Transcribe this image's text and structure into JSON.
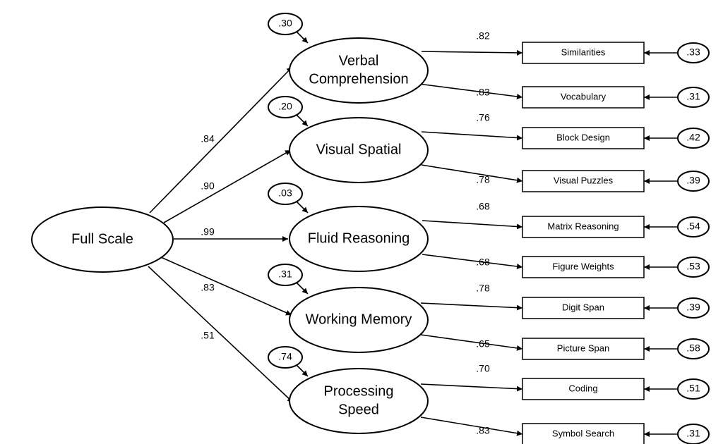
{
  "root": {
    "label": "Full Scale"
  },
  "factors": [
    {
      "key": "vc",
      "lines": [
        "Verbal",
        "Comprehension"
      ],
      "loading": ".84",
      "residual": ".30",
      "subtests": [
        {
          "label": "Similarities",
          "loading": ".82",
          "residual": ".33"
        },
        {
          "label": "Vocabulary",
          "loading": ".83",
          "residual": ".31"
        }
      ]
    },
    {
      "key": "vs",
      "lines": [
        "Visual Spatial"
      ],
      "loading": ".90",
      "residual": ".20",
      "subtests": [
        {
          "label": "Block Design",
          "loading": ".76",
          "residual": ".42"
        },
        {
          "label": "Visual Puzzles",
          "loading": ".78",
          "residual": ".39"
        }
      ]
    },
    {
      "key": "fr",
      "lines": [
        "Fluid Reasoning"
      ],
      "loading": ".99",
      "residual": ".03",
      "subtests": [
        {
          "label": "Matrix Reasoning",
          "loading": ".68",
          "residual": ".54"
        },
        {
          "label": "Figure Weights",
          "loading": ".68",
          "residual": ".53"
        }
      ]
    },
    {
      "key": "wm",
      "lines": [
        "Working Memory"
      ],
      "loading": ".83",
      "residual": ".31",
      "subtests": [
        {
          "label": "Digit Span",
          "loading": ".78",
          "residual": ".39"
        },
        {
          "label": "Picture Span",
          "loading": ".65",
          "residual": ".58"
        }
      ]
    },
    {
      "key": "ps",
      "lines": [
        "Processing",
        "Speed"
      ],
      "loading": ".51",
      "residual": ".74",
      "subtests": [
        {
          "label": "Coding",
          "loading": ".70",
          "residual": ".51"
        },
        {
          "label": "Symbol Search",
          "loading": ".83",
          "residual": ".31"
        }
      ]
    }
  ]
}
